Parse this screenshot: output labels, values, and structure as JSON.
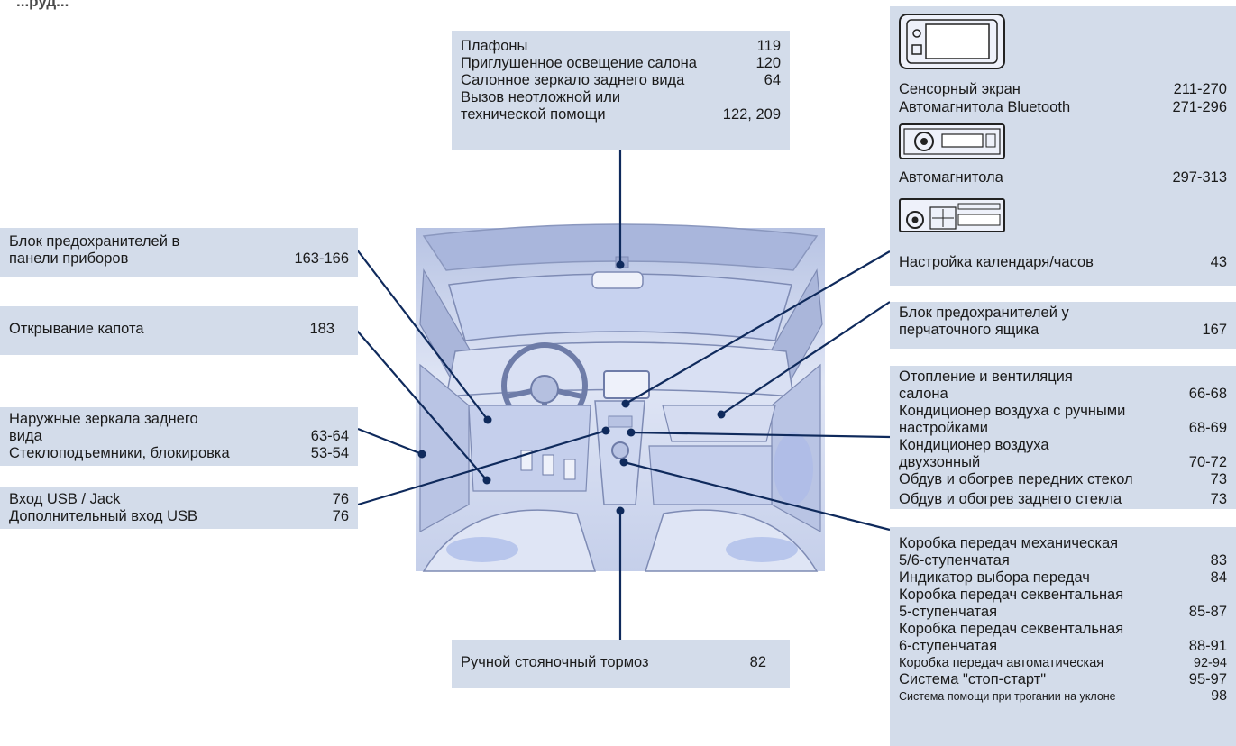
{
  "heading": "...руд...",
  "boxes": {
    "top_center": {
      "entries": [
        {
          "text": "Плафоны",
          "page": "119"
        },
        {
          "text": "Приглушенное освещение салона",
          "page": "120"
        },
        {
          "text": "Салонное зеркало заднего вида",
          "page": "64"
        },
        {
          "text": "Вызов неотложной или\n  технической помощи",
          "page": "122, 209"
        }
      ]
    },
    "fuse_dashboard": {
      "entries": [
        {
          "text": "Блок предохранителей в\n  панели приборов",
          "page": "163-166"
        }
      ]
    },
    "bonnet": {
      "entries": [
        {
          "text": "Открывание капота",
          "page": "183"
        }
      ]
    },
    "mirrors": {
      "entries": [
        {
          "text": "Наружные зеркала заднего\n  вида",
          "page": "63-64"
        },
        {
          "text": "Стеклоподъемники, блокировка",
          "page": "53-54"
        }
      ]
    },
    "usb": {
      "entries": [
        {
          "text": "Вход USB / Jack",
          "page": "76"
        },
        {
          "text": "Дополнительный вход USB",
          "page": "76"
        }
      ]
    },
    "parking_brake": {
      "entries": [
        {
          "text": "Ручной стояночный тормоз",
          "page": "82"
        }
      ]
    },
    "audio": {
      "touch_screen": {
        "text": "Сенсорный экран",
        "page": "211-270"
      },
      "bluetooth": {
        "text": "Автомагнитола Bluetooth",
        "page": "271-296"
      },
      "radio": {
        "text": "Автомагнитола",
        "page": "297-313"
      },
      "clock": {
        "text": "Настройка календаря/часов",
        "page": "43"
      }
    },
    "fuse_glovebox": {
      "entries": [
        {
          "text": "Блок предохранителей у\n  перчаточного ящика",
          "page": "167"
        }
      ]
    },
    "heating": {
      "entries": [
        {
          "text": "Отопление и вентиляция\n  салона",
          "page": "66-68"
        },
        {
          "text": "Кондиционер воздуха с ручными\n  настройками",
          "page": "68-69"
        },
        {
          "text": "Кондиционер воздуха\n  двухзонный",
          "page": "70-72"
        },
        {
          "text": "Обдув и обогрев передних стекол",
          "page": "73"
        },
        {
          "text": "Обдув и обогрев заднего стекла",
          "page": "73"
        }
      ]
    },
    "gearbox": {
      "entries": [
        {
          "text": "Коробка передач механическая\n  5/6-ступенчатая",
          "page": "83",
          "size": "n"
        },
        {
          "text": "Индикатор выбора передач",
          "page": "84",
          "size": "n"
        },
        {
          "text": "Коробка передач секвентальная\n  5-ступенчатая",
          "page": "85-87",
          "size": "n"
        },
        {
          "text": "Коробка передач секвентальная\n  6-ступенчатая",
          "page": "88-91",
          "size": "n"
        },
        {
          "text": "Коробка передач автоматическая",
          "page": "92-94",
          "size": "sm"
        },
        {
          "text": "Система \"стоп-старт\"",
          "page": "95-97",
          "size": "n"
        },
        {
          "text": "Система помощи при трогании на уклоне",
          "page": "98",
          "size": "xs"
        }
      ]
    }
  },
  "colors": {
    "panel": "#d3dcea",
    "line": "#0f2a5c",
    "car_bg": "#c9d4ec"
  }
}
